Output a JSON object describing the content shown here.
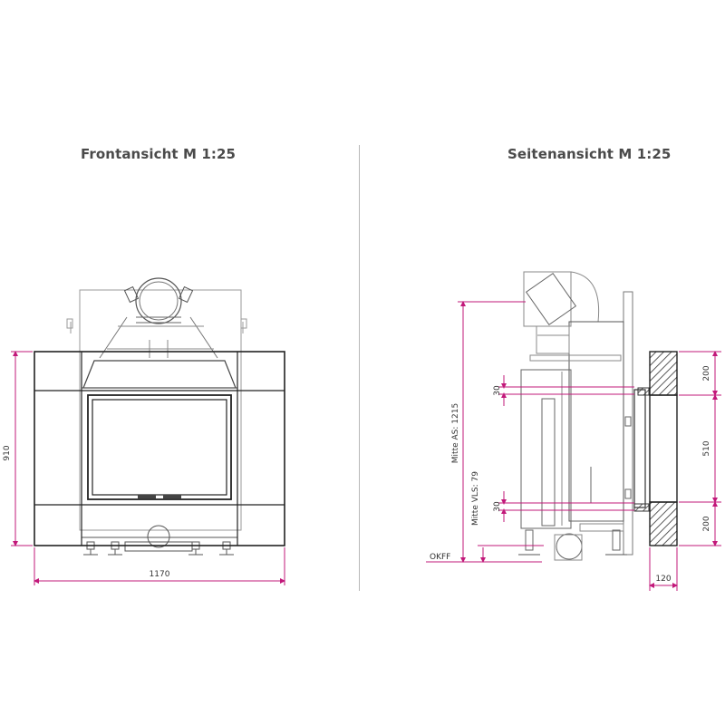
{
  "titles": {
    "front": "Frontansicht M 1:25",
    "side": "Seitenansicht M 1:25"
  },
  "colors": {
    "dimension": "#c2187a",
    "outline": "#8a8a8a",
    "heavy_outline": "#333333",
    "divider": "#b8b8b8",
    "text": "#333333"
  },
  "front_view": {
    "dimensions": {
      "height": "910",
      "width": "1170"
    }
  },
  "side_view": {
    "dimensions": {
      "top_offset": "30",
      "bottom_offset": "30",
      "wall_top": "200",
      "wall_middle": "510",
      "wall_bottom": "200",
      "wall_depth": "120",
      "mitte_as": "Mitte AS: 1215",
      "mitte_vls": "Mitte VLS: 79",
      "floor_label": "OKFF"
    }
  }
}
